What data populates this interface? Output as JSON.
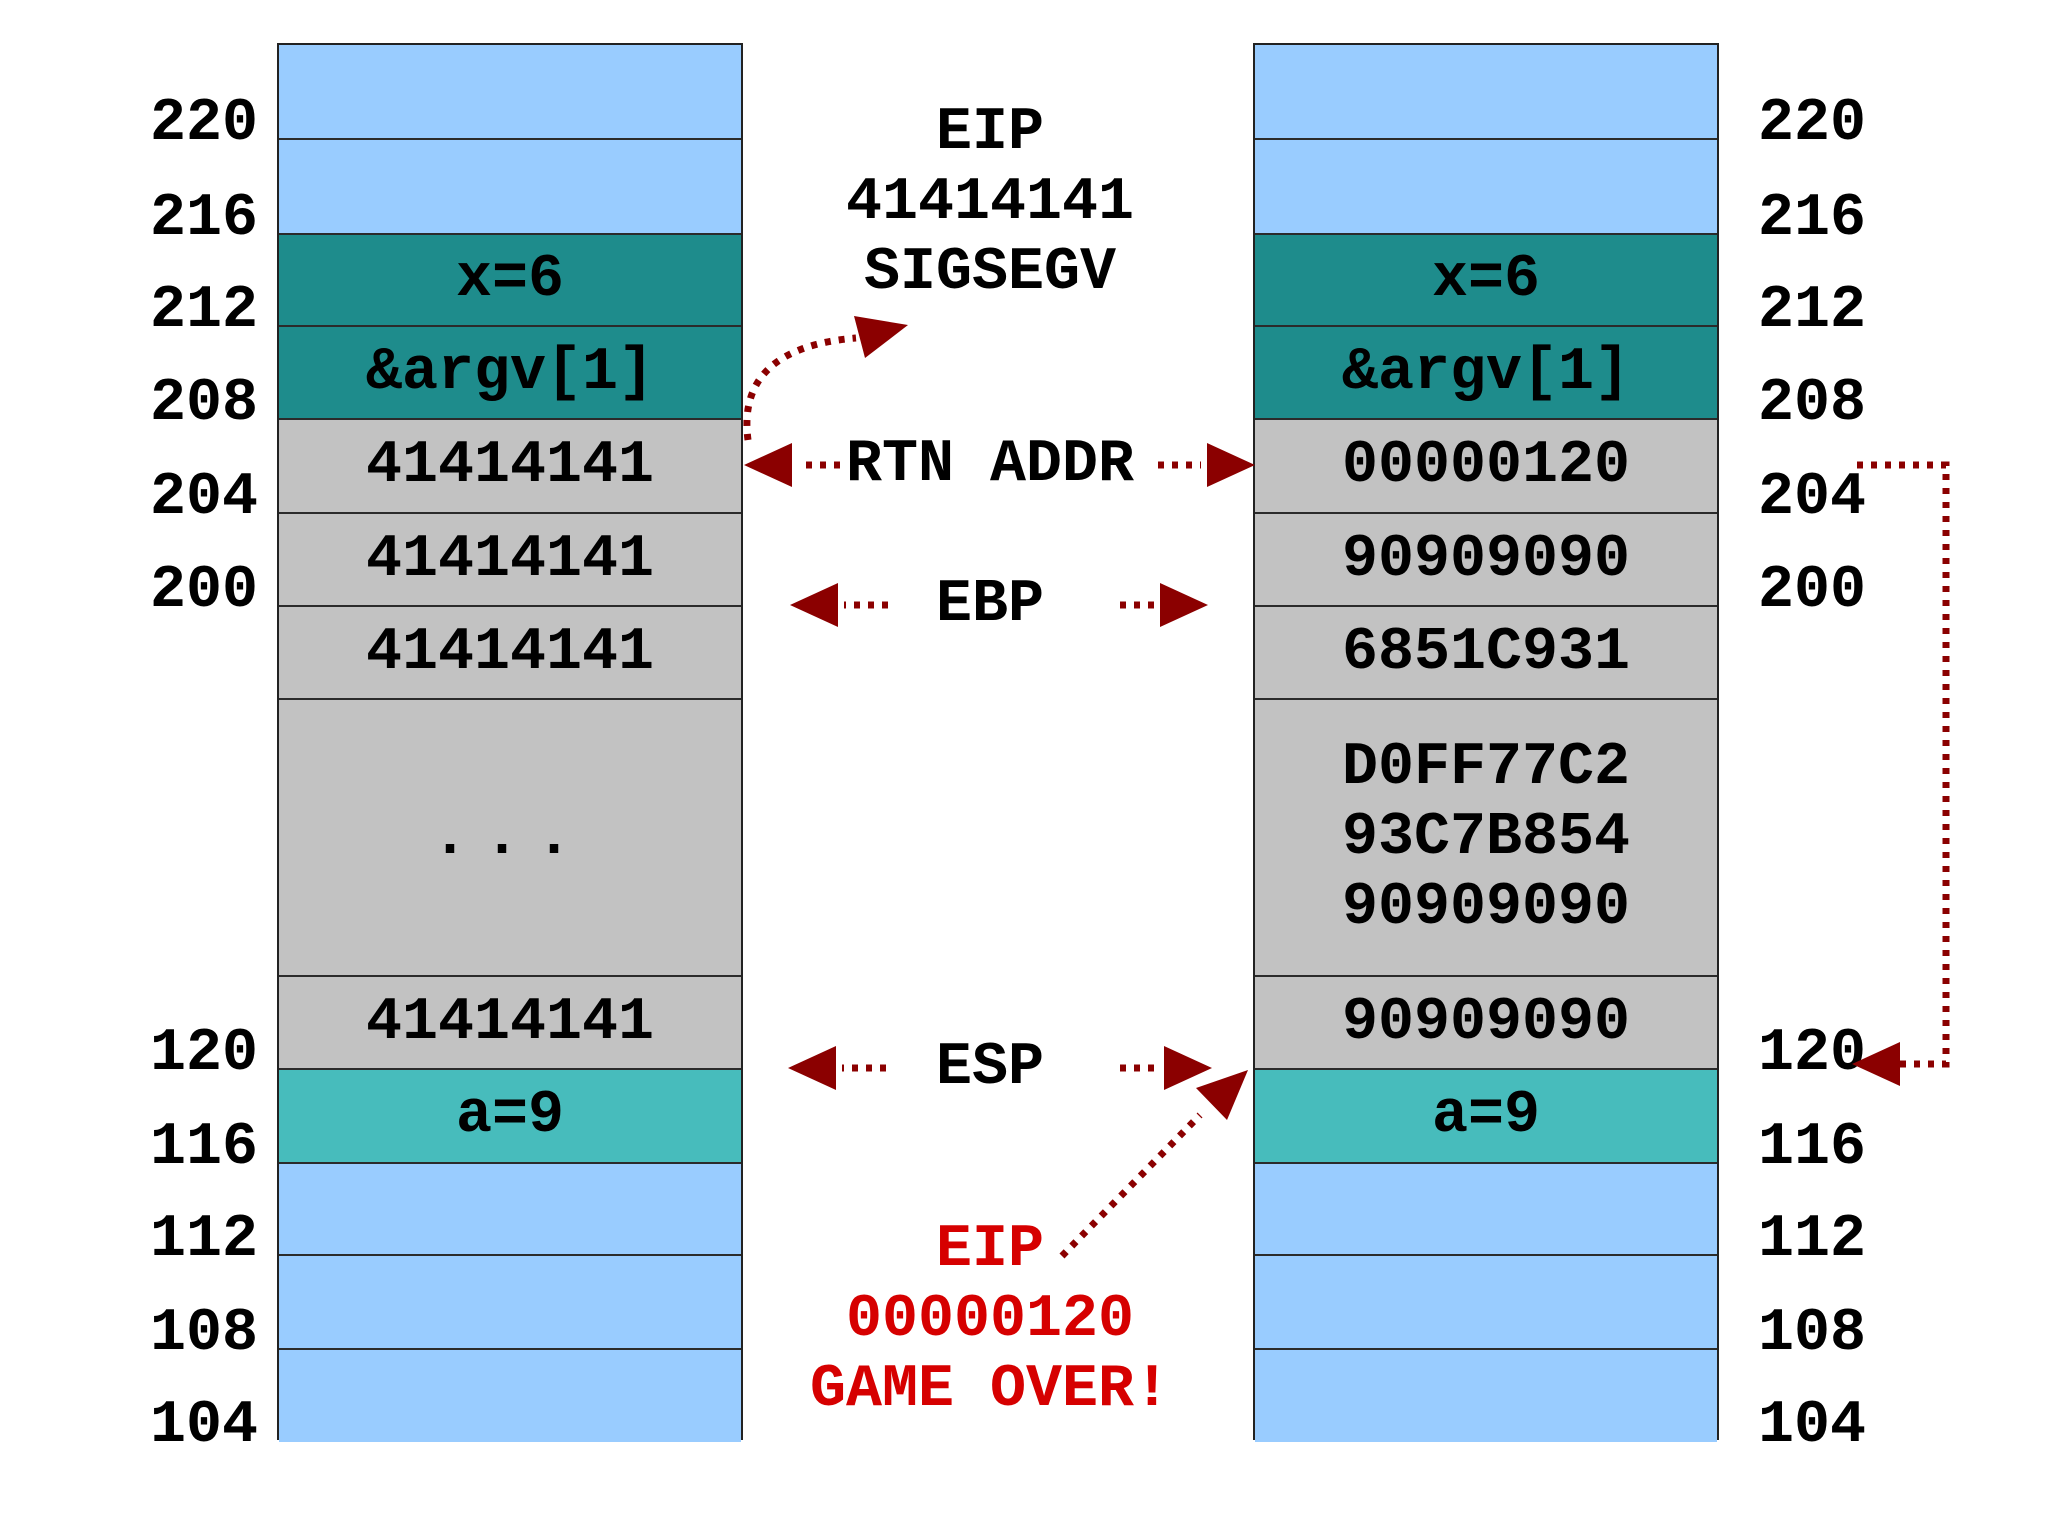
{
  "addresses": [
    "220",
    "216",
    "212",
    "208",
    "204",
    "200",
    "120",
    "116",
    "112",
    "108",
    "104"
  ],
  "stack_before": {
    "rows": [
      "",
      "",
      "x=6",
      "&argv[1]",
      "41414141",
      "41414141",
      "41414141",
      "...",
      "41414141",
      "a=9",
      "",
      "",
      ""
    ]
  },
  "stack_after": {
    "rows": [
      "",
      "",
      "x=6",
      "&argv[1]",
      "00000120",
      "90909090",
      "6851C931",
      "",
      "90909090",
      "a=9",
      "",
      "",
      ""
    ],
    "payload_lines": [
      "D0FF77C2",
      "93C7B854",
      "90909090"
    ]
  },
  "annotations": {
    "crash_lines": [
      "EIP",
      "41414141",
      "SIGSEGV"
    ],
    "return_marker": "RTN ADDR",
    "base_pointer_marker": "EBP",
    "stack_pointer_marker": "ESP",
    "hijack_lines": [
      "EIP",
      "00000120",
      "GAME OVER!"
    ]
  },
  "colors": {
    "unused_cell_blue": "#99CCFF",
    "locals_teal": "#1E8C8C",
    "var_a_aqua": "#47BCBC",
    "overwritten_gray": "#C2C2C2",
    "arrow_dark_red": "#8B0000",
    "alert_red": "#D60000"
  }
}
